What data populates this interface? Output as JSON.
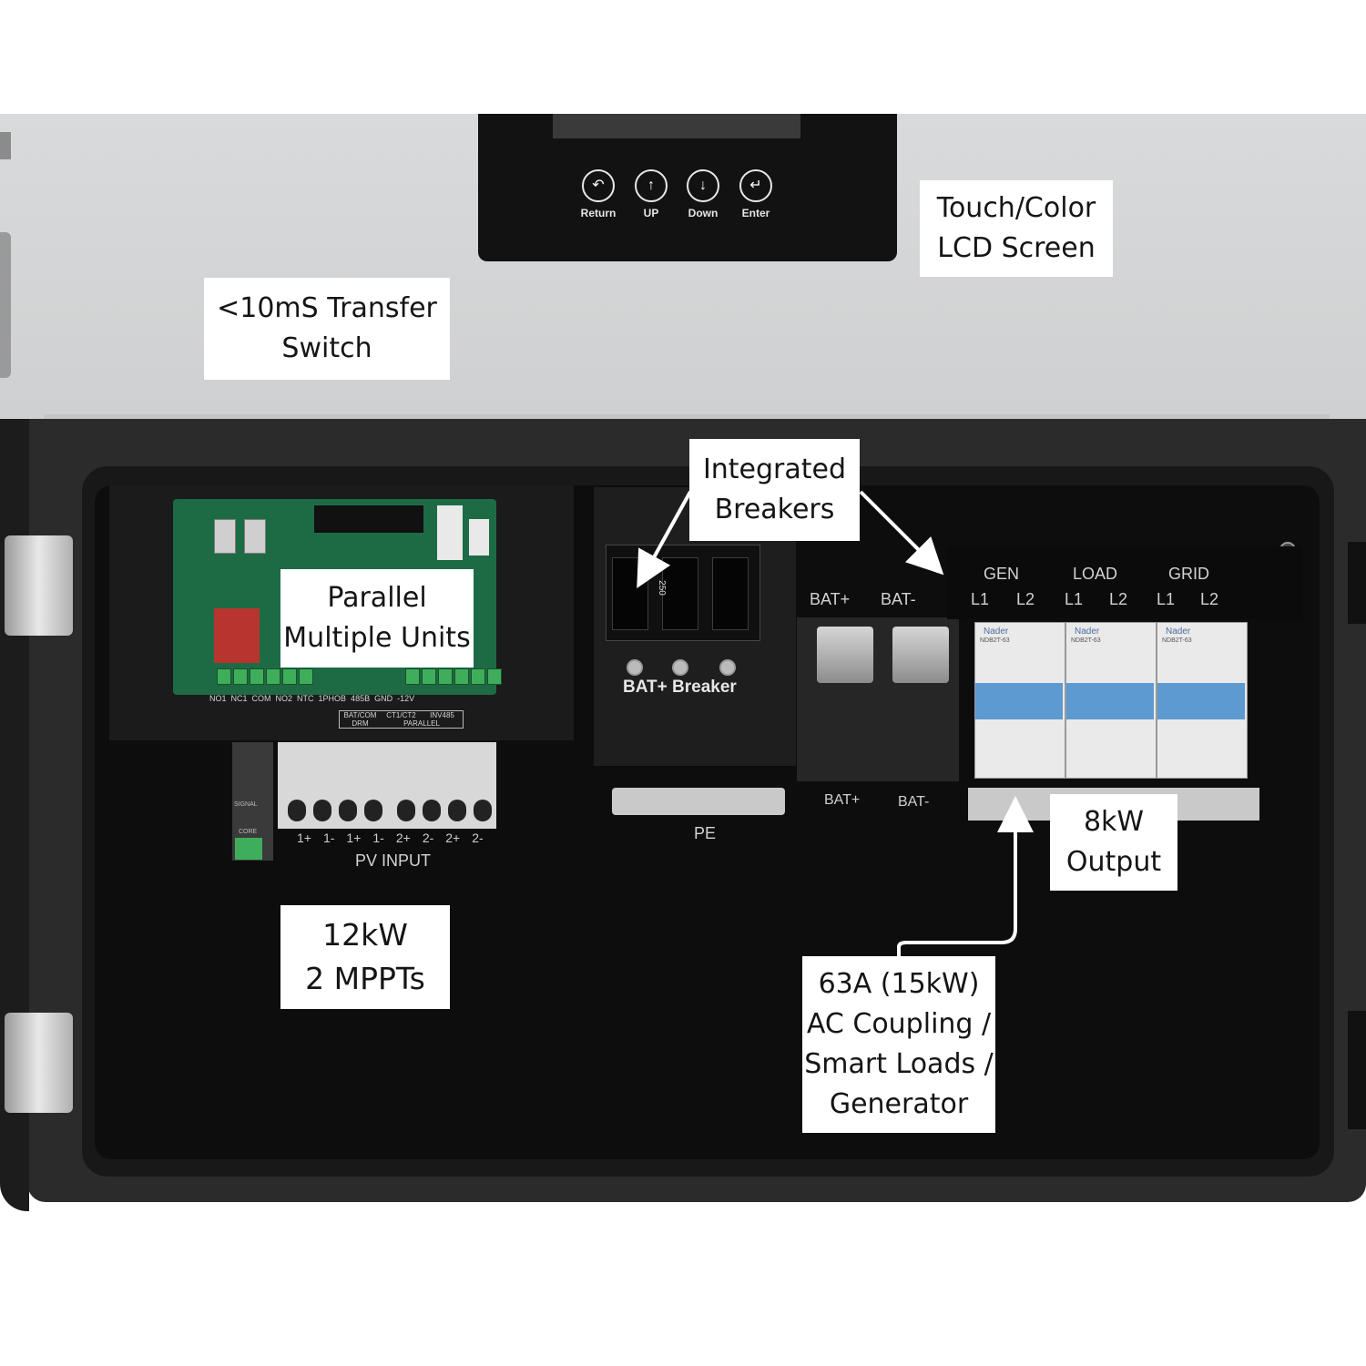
{
  "device": {
    "keypad": [
      {
        "label": "Return",
        "glyph": "↶"
      },
      {
        "label": "UP",
        "glyph": "↑"
      },
      {
        "label": "Down",
        "glyph": "↓"
      },
      {
        "label": "Enter",
        "glyph": "↵"
      }
    ],
    "pcb_labels": [
      "NO1",
      "NC1",
      "COM",
      "NO2",
      "NTC",
      "1PHOB",
      "485B",
      "GND",
      "-12V",
      "BAT/COM",
      "CT1/CT2",
      "INV485",
      "DRM",
      "PARALLEL"
    ],
    "pv_terminals": [
      "1+",
      "1-",
      "1+",
      "1-",
      "2+",
      "2-",
      "2+",
      "2-"
    ],
    "pv_label": "PV INPUT",
    "breaker_label": "BAT+ Breaker",
    "breaker_rating": "250",
    "bat_top": [
      "BAT+",
      "BAT-"
    ],
    "bat_bottom": [
      "BAT+",
      "BAT-"
    ],
    "pe_label": "PE",
    "ac_groups": [
      {
        "name": "GEN",
        "poles": [
          "L1",
          "L2"
        ]
      },
      {
        "name": "LOAD",
        "poles": [
          "L1",
          "L2"
        ]
      },
      {
        "name": "GRID",
        "poles": [
          "L1",
          "L2"
        ]
      }
    ],
    "ac_breaker_brand": "Nader",
    "ac_breaker_model": "NDB2T-63",
    "side_marks": [
      "SIGNAL",
      "CORE"
    ]
  },
  "callouts": {
    "lcd": [
      "Touch/Color",
      "LCD Screen"
    ],
    "transfer": [
      "<10mS Transfer",
      "Switch"
    ],
    "breakers": [
      "Integrated",
      "Breakers"
    ],
    "parallel": [
      "Parallel",
      "Multiple Units"
    ],
    "output": [
      "8kW",
      "Output"
    ],
    "pv": [
      "12kW",
      "2 MPPTs"
    ],
    "coupling": [
      "63A (15kW)",
      "AC Coupling /",
      "Smart Loads /",
      "Generator"
    ]
  },
  "colors": {
    "enclosure": "#2b2b2c",
    "case": "#d3d4d5",
    "pcb": "#1d6b45",
    "breaker_blue": "#5d9ad1"
  }
}
